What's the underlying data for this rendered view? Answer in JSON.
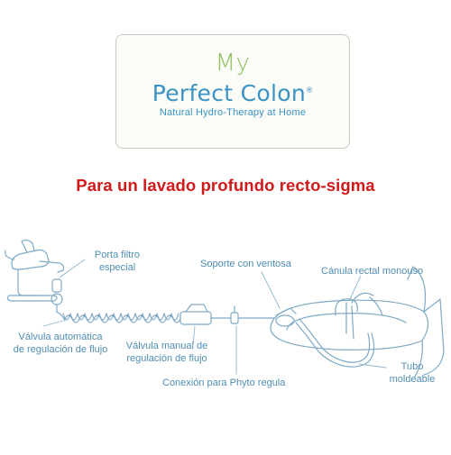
{
  "logo": {
    "line1": "My",
    "line2": "Perfect Colon",
    "reg_mark": "®",
    "tagline": "Natural Hydro-Therapy at Home"
  },
  "headline": "Para un lavado profundo recto-sigma",
  "labels": {
    "porta_filtro": [
      "Porta filtro",
      "especial"
    ],
    "soporte": "Soporte con ventosa",
    "canula": "Cánula rectal monouso",
    "valvula_auto": [
      "Válvula automática",
      "de regulación de flujo"
    ],
    "valvula_manual": [
      "Válvula manual de",
      "regulación de flujo"
    ],
    "conexion": "Conexión para Phyto regula",
    "tubo": [
      "Tubo",
      "moldeable"
    ]
  },
  "colors": {
    "accent_green": "#8fbf5a",
    "brand_blue": "#3a93c2",
    "headline_red": "#d11a1a",
    "label_blue": "#4f8db3",
    "line_art": "#7fa9c4"
  }
}
